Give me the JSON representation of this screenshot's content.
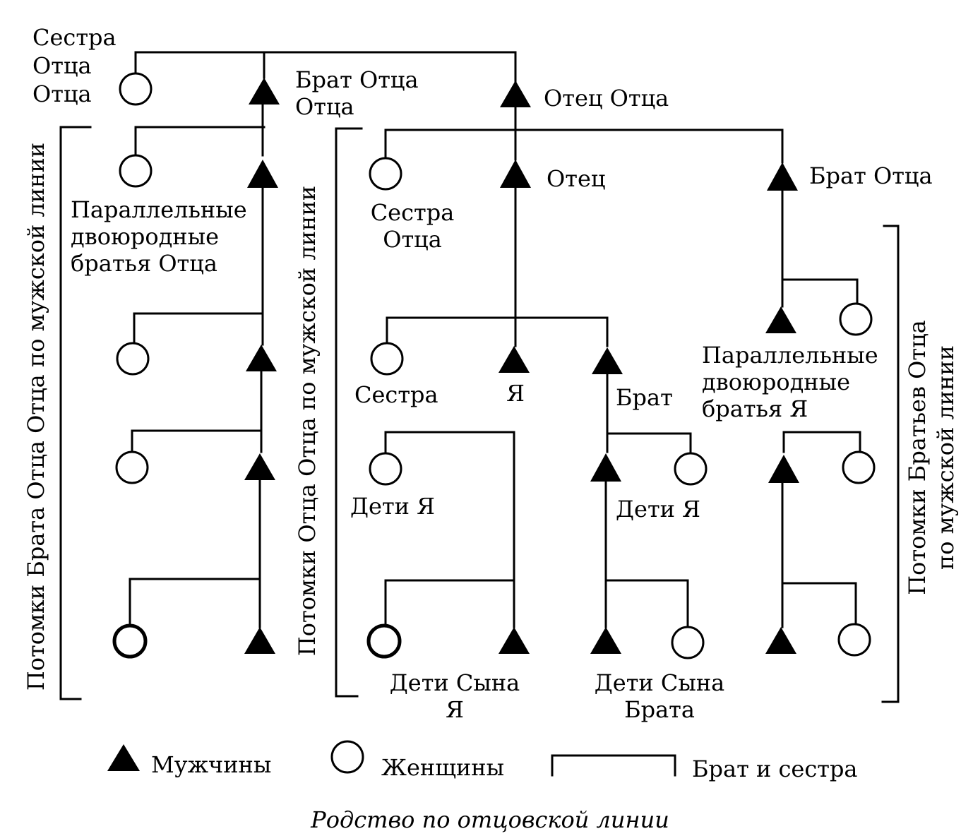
{
  "labels": {
    "ffs": [
      "Сестра",
      "Отца",
      "Отца"
    ],
    "ffb": [
      "Брат Отца",
      "Отца"
    ],
    "ff": "Отец Отца",
    "father": "Отец",
    "fb": "Брат Отца",
    "fs": [
      "Сестра",
      "Отца"
    ],
    "fpc": [
      "Параллельные",
      "двоюродные",
      "братья Отца"
    ],
    "sister": "Сестра",
    "ego": "Я",
    "brother": "Брат",
    "epc": [
      "Параллельные",
      "двоюродные",
      "братья Я"
    ],
    "children_ego_left": "Дети Я",
    "children_ego_right": "Дети Я",
    "sons_children_ego": [
      "Дети Сына",
      "Я"
    ],
    "sons_children_brother": [
      "Дети Сына",
      "Брата"
    ],
    "side_left": "Потомки Брата Отца Отца по мужской линии",
    "side_mid": "Потомки Отца Отца по мужской линии",
    "side_right": [
      "Потомки Братьев Отца",
      "по мужской линии"
    ]
  },
  "legend": {
    "male": "Мужчины",
    "female": "Женщины",
    "siblings": "Брат и сестра"
  },
  "caption": "Родство по отцовской линии"
}
